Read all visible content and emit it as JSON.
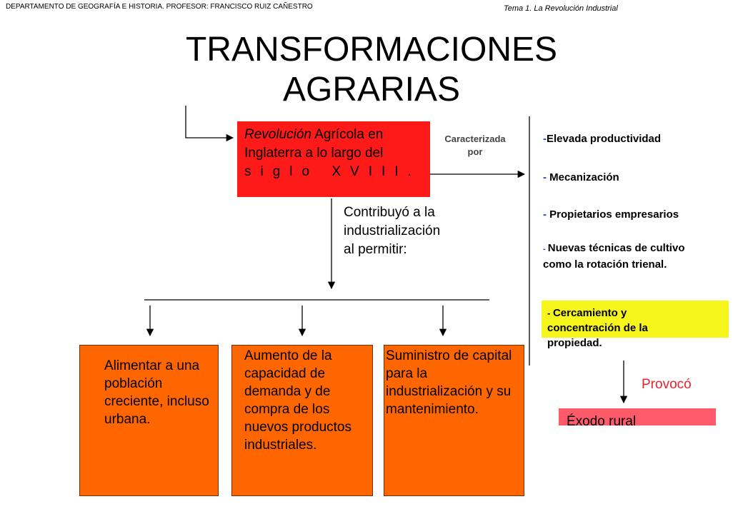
{
  "header": {
    "left": "DEPARTAMENTO DE GEOGRAFÍA E HISTORIA. PROFESOR: FRANCISCO RUIZ CAÑESTRO",
    "right": "Tema 1. La Revolución Industrial"
  },
  "title": {
    "line1": "TRANSFORMACIONES",
    "line2": "AGRARIAS"
  },
  "revolution_box": {
    "italic": "Revolución",
    "line1_rest": " Agrícola en",
    "line2": "Inglaterra a lo largo del",
    "line3": "siglo XVIII."
  },
  "characterized_label": {
    "line1": "Caracterizada",
    "line2": "por"
  },
  "contributed_label": {
    "line1": "Contribuyó a la",
    "line2": "industrialización",
    "line3": "al permitir:"
  },
  "features": [
    {
      "dash": "-",
      "text": "Elevada productividad"
    },
    {
      "dash": "- ",
      "text": "Mecanización"
    },
    {
      "dash": "- ",
      "text": "Propietarios empresarios"
    },
    {
      "dash": "- ",
      "text": "Nuevas técnicas de cultivo como la rotación trienal."
    },
    {
      "dash": "- ",
      "text": "Cercamiento y concentración de la propiedad."
    }
  ],
  "consequences": [
    {
      "text": "Alimentar a una población creciente, incluso urbana."
    },
    {
      "text": "Aumento de la capacidad de demanda y de compra de los nuevos productos industriales."
    },
    {
      "text": "Suministro de capital para la industrialización y su mantenimiento."
    }
  ],
  "provoked_label": "Provocó",
  "result_box": "Éxodo rural",
  "colors": {
    "revolution_box": "#ff1a1a",
    "consequence_boxes": "#ff6600",
    "highlight": "#f6f61c",
    "result_box": "#ff5a6a",
    "provoked_text": "#e8212b",
    "dash": "#1a3fd1"
  }
}
